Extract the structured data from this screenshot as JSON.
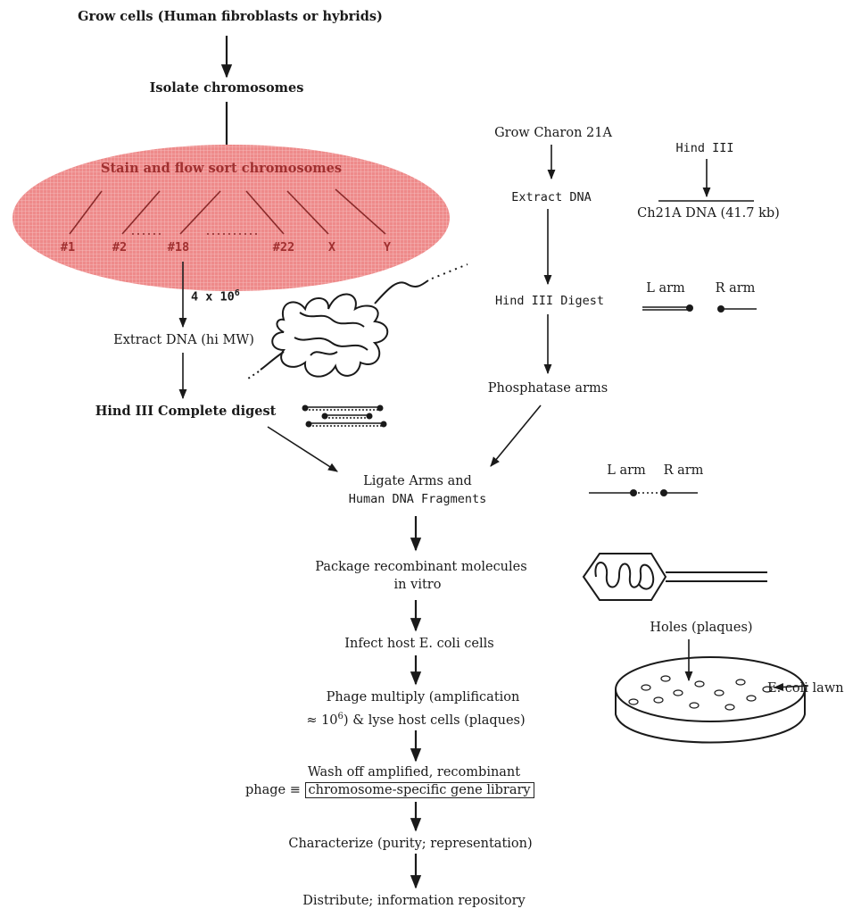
{
  "left_flow": {
    "grow_cells": "Grow cells (Human fibroblasts or hybrids)",
    "isolate": "Isolate chromosomes",
    "stain_sort": "Stain and flow sort chromosomes",
    "chromosomes": [
      "#1",
      "#2",
      "#18",
      "#22",
      "X",
      "Y"
    ],
    "sort_count": "4 x 10",
    "sort_count_exp": "6",
    "extract_dna": "Extract DNA (hi MW)",
    "hind_digest": "Hind III Complete digest"
  },
  "right_flow": {
    "grow_charon": "Grow Charon 21A",
    "extract_dna": "Extract DNA",
    "hind_digest": "Hind III Digest",
    "phosphatase": "Phosphatase arms",
    "hind_enzyme": "Hind III",
    "ch21a_dna": "Ch21A DNA (41.7 kb)",
    "l_arm": "L arm",
    "r_arm": "R arm"
  },
  "main_flow": {
    "ligate_1": "Ligate Arms and",
    "ligate_2": "Human DNA Fragments",
    "l_arm": "L arm",
    "r_arm": "R arm",
    "package_1": "Package recombinant molecules",
    "package_2": "in vitro",
    "infect": "Infect host E. coli cells",
    "multiply_1": "Phage multiply (amplification",
    "multiply_2_pre": "≈ 10",
    "multiply_2_exp": "6",
    "multiply_2_post": ") & lyse host cells (plaques)",
    "holes": "Holes (plaques)",
    "lawn": "E. coli lawn",
    "wash_1": "Wash off amplified, recombinant",
    "wash_2_pre": "phage ≡",
    "library": "chromosome-specific gene library",
    "characterize": "Characterize (purity; representation)",
    "distribute": "Distribute; information repository"
  },
  "colors": {
    "oval_fill": "#ee8a8a",
    "oval_text": "#a03030",
    "ink": "#1a1a1a"
  }
}
